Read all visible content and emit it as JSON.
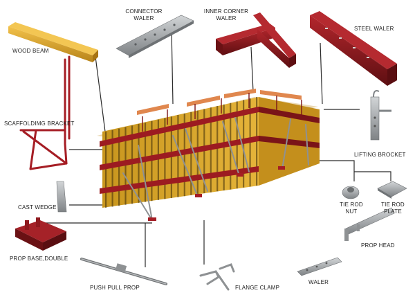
{
  "labels": {
    "wood_beam": "WOOD BEAM",
    "connector_waler_1": "CONNECTOR",
    "connector_waler_2": "WALER",
    "inner_corner_waler_1": "INNER CORNER",
    "inner_corner_waler_2": "WALER",
    "steel_waler": "STEEL WALER",
    "scaffolding_bracket": "SCAFFOLDIMG BRACKET",
    "lifting_bracket": "LIFTING BROCKET",
    "cast_wedge": "CAST WEDGE",
    "tie_rod_nut_1": "TIE ROD",
    "tie_rod_nut_2": "NUT",
    "tie_rod_plate_1": "TIE ROD",
    "tie_rod_plate_2": "PLATE",
    "prop_base_double": "PROP BASE,DOUBLE",
    "prop_head": "PROP HEAD",
    "push_pull_prop": "PUSH PULL PROP",
    "flange_clamp": "FLANGE CLAMP",
    "waler": "WALER"
  },
  "colors": {
    "beam_yellow": "#d9a621",
    "steel_red": "#8f1a1f",
    "plywood_orange": "#e0874e",
    "galvanized": "#a9acae",
    "leader_line": "#2a2a2a"
  }
}
